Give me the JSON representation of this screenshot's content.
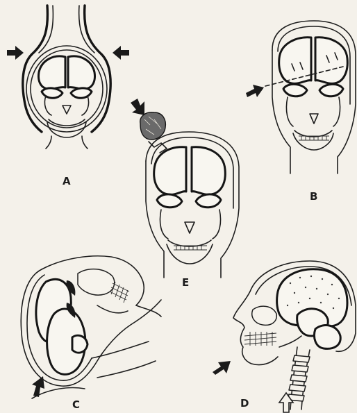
{
  "panels": [
    {
      "id": "A",
      "label": "A"
    },
    {
      "id": "B",
      "label": "B"
    },
    {
      "id": "C",
      "label": "C"
    },
    {
      "id": "D",
      "label": "D"
    },
    {
      "id": "E",
      "label": "E"
    }
  ],
  "colors": {
    "paper": "#f4f1ea",
    "ink": "#1a1a1a",
    "arrow": "#2b2b2b",
    "outline_arrow": "#f4f1ea"
  },
  "icons": {
    "arrow": "solid-arrow-icon",
    "hollow_arrow": "hollow-arrow-icon",
    "object": "stone-object-icon"
  }
}
